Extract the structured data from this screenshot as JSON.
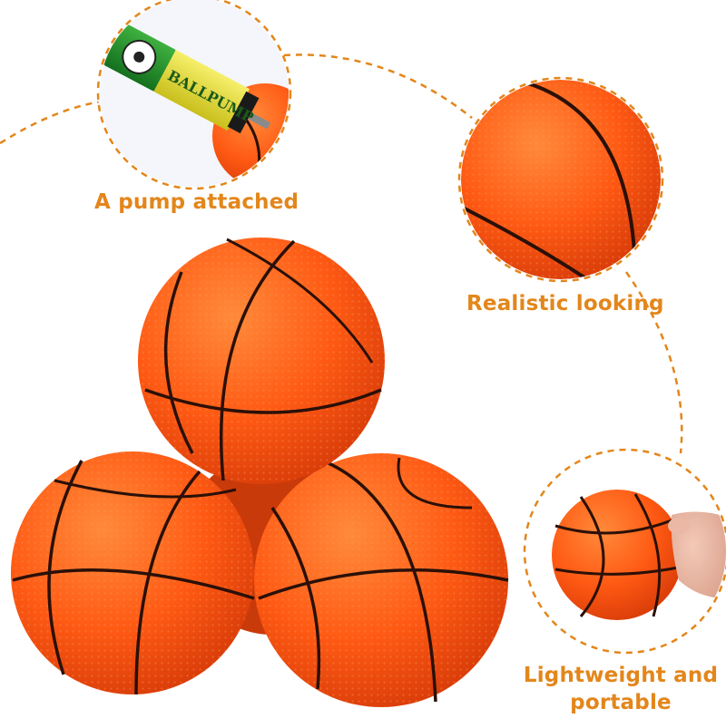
{
  "features": [
    {
      "text": "A pump attached"
    },
    {
      "text": "Realistic looking"
    },
    {
      "text": "Lightweight and portable"
    }
  ],
  "pump": {
    "brand_text": "BALLPUMP"
  },
  "colors": {
    "accent": "#e3861b",
    "ball": "#ff5a14",
    "ball_shadow": "#d63a08",
    "seam": "#2b1008",
    "pump_green": "#1e8a2a",
    "pump_yellow": "#e8e03a"
  }
}
